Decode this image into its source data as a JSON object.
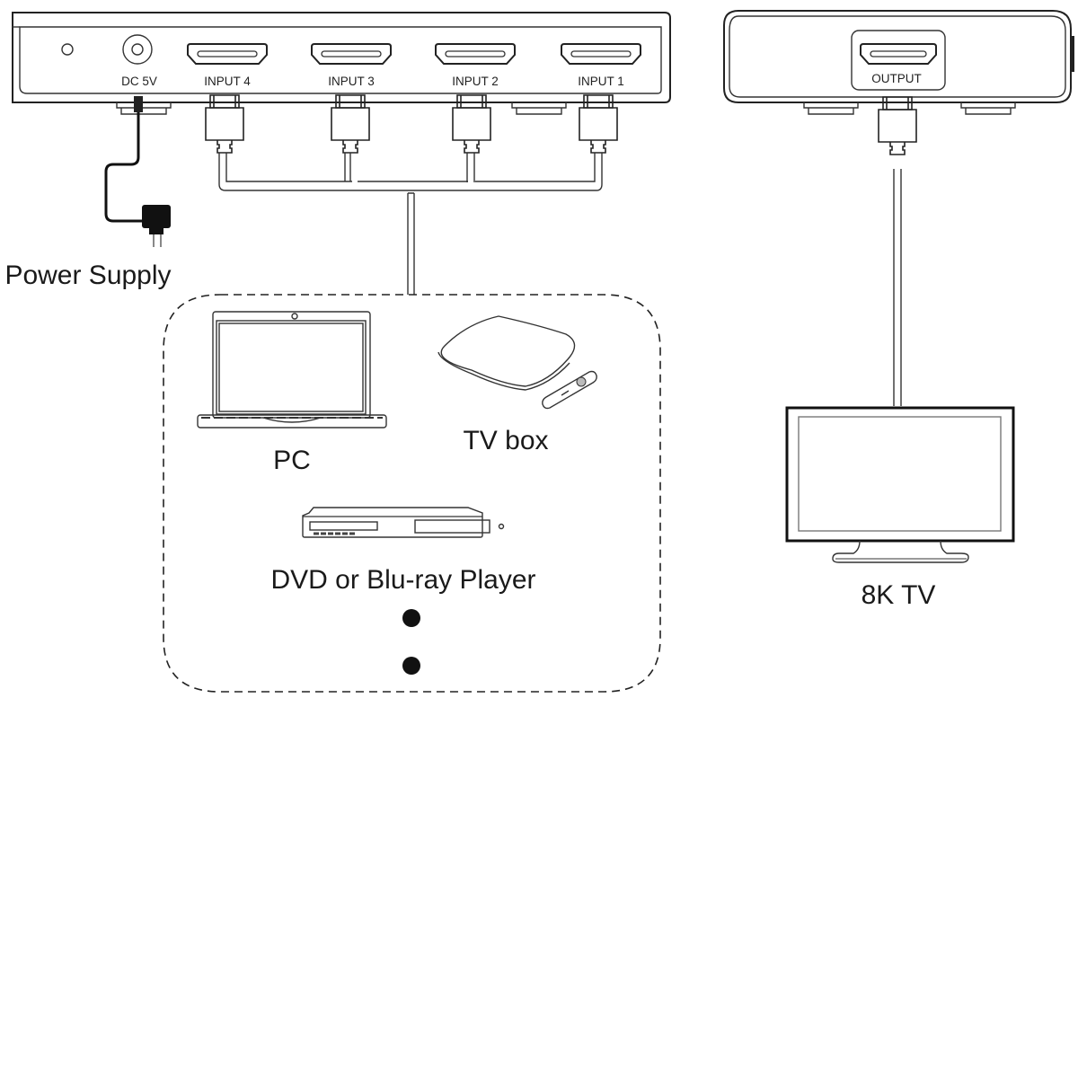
{
  "diagram": {
    "title": "HDMI 4-in-1-out switch connection diagram",
    "switch_device": {
      "ports": {
        "power": "DC 5V",
        "inputs": [
          "INPUT 4",
          "INPUT 3",
          "INPUT 2",
          "INPUT 1"
        ]
      }
    },
    "output_device": {
      "port": "OUTPUT"
    },
    "labels": {
      "power_supply": "Power Supply",
      "pc": "PC",
      "tv_box": "TV box",
      "dvd": "DVD or Blu-ray Player",
      "tv": "8K TV"
    },
    "more_sources_indicator": "• •"
  }
}
